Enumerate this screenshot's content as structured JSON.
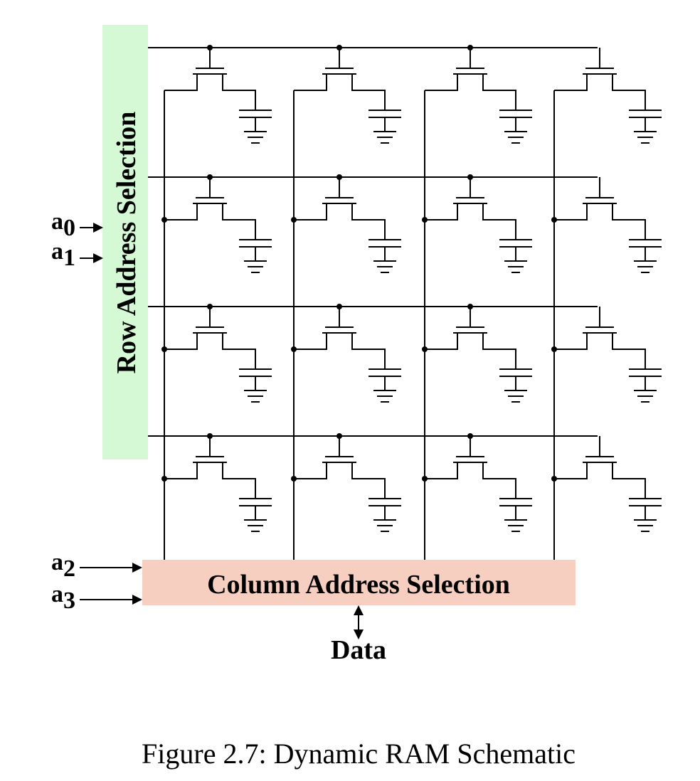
{
  "diagram": {
    "row_selector_label": "Row Address Selection",
    "column_selector_label": "Column Address Selection",
    "data_label": "Data",
    "address_inputs": [
      {
        "base": "a",
        "sub": "0"
      },
      {
        "base": "a",
        "sub": "1"
      },
      {
        "base": "a",
        "sub": "2"
      },
      {
        "base": "a",
        "sub": "3"
      }
    ],
    "grid": {
      "rows": 4,
      "columns": 4
    },
    "colors": {
      "row_block": "#d4f9d4",
      "column_block": "#f6cfc1",
      "wire": "#000000"
    }
  },
  "caption": "Figure 2.7: Dynamic RAM Schematic"
}
